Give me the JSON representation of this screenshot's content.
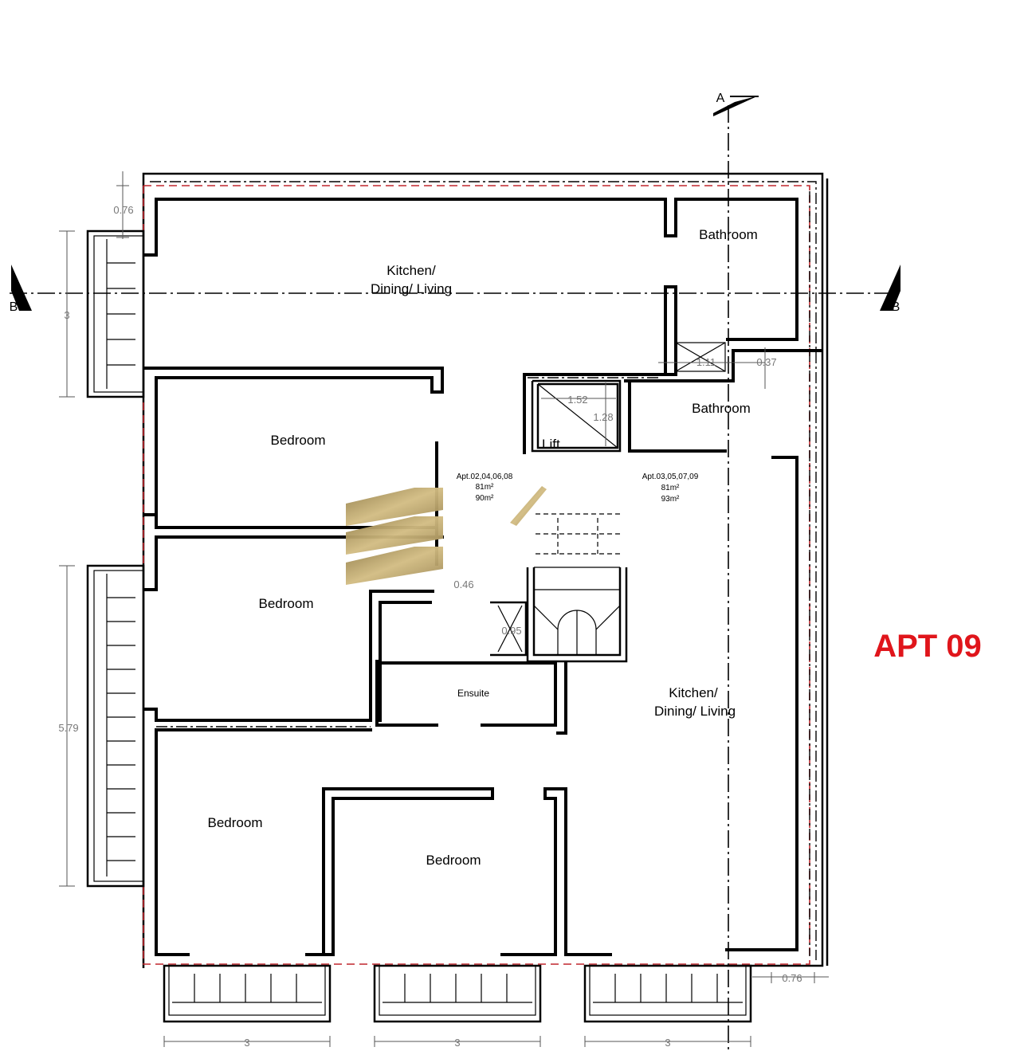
{
  "apartment_label": "APT 09",
  "section_marks": {
    "a": "A",
    "b_left": "B",
    "b_right": "B"
  },
  "rooms": {
    "kitchen_top_1": "Kitchen/",
    "kitchen_top_2": "Dining/ Living",
    "bathroom_top": "Bathroom",
    "bathroom_mid": "Bathroom",
    "lift": "Lift",
    "bedroom_1": "Bedroom",
    "bedroom_2": "Bedroom",
    "bedroom_3": "Bedroom",
    "bedroom_4": "Bedroom",
    "ensuite": "Ensuite",
    "kitchen_bottom_1": "Kitchen/",
    "kitchen_bottom_2": "Dining/ Living"
  },
  "areas": {
    "left_1": "Apt.02,04,06,08",
    "left_2": "81m²",
    "left_3": "90m²",
    "right_1": "Apt.03,05,07,09",
    "right_2": "81m²",
    "right_3": "93m²"
  },
  "dimensions": {
    "top_left": "0.76",
    "balcony_left_top": "3",
    "balcony_left_bottom": "5.79",
    "lift_w": "1.52",
    "lift_h": "1.28",
    "shaft_a": "1.11",
    "shaft_b": "0.37",
    "stair_gap": "0.46",
    "duct": "0.95",
    "bottom_right": "0.76",
    "balcony_bottom_1": "3",
    "balcony_bottom_2": "3",
    "balcony_bottom_3": "3"
  },
  "colors": {
    "apt_label": "#e0151b",
    "boundary": "#c0272d",
    "logo": "#b39a5a"
  }
}
